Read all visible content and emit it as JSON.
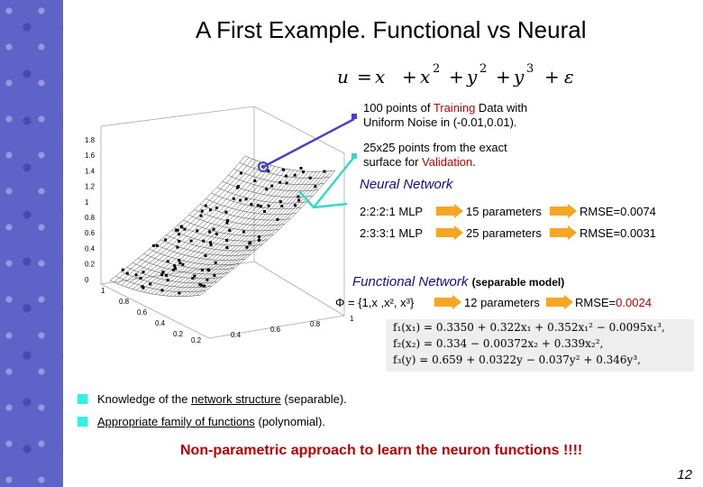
{
  "title": "A First Example. Functional vs Neural",
  "equation": {
    "lhs": "u",
    "eq": "=",
    "t1": "x",
    "t2": "x",
    "e2": "2",
    "t3": "y",
    "e3": "2",
    "t4": "y",
    "e4": "3",
    "t5": "ε",
    "plus": "+"
  },
  "plot": {
    "yticks": [
      "1.8",
      "1.6",
      "1.4",
      "1.2",
      "1",
      "0.8",
      "0.6",
      "0.4",
      "0.2",
      "0"
    ],
    "xticks": [
      "1",
      "0.8",
      "0.6",
      "0.4",
      "0.2"
    ],
    "zticks": [
      "0.2",
      "0.4",
      "0.6",
      "0.8",
      "1"
    ]
  },
  "callouts": {
    "training": {
      "a": "100 points of ",
      "b": "Training",
      "c": " Data with",
      "d": "Uniform Noise in (-0.01,0.01)."
    },
    "validation": {
      "a": "25x25 points from the exact",
      "b": "surface for ",
      "c": "Validation",
      "d": "."
    }
  },
  "neural": {
    "title": "Neural Network",
    "rows": [
      {
        "arch": "2:2:2:1 MLP",
        "params": "15 parameters",
        "rmse": "RMSE=0.0074"
      },
      {
        "arch": "2:3:3:1 MLP",
        "params": "25 parameters",
        "rmse": "RMSE=0.0031"
      }
    ]
  },
  "functional": {
    "title": "Functional Network",
    "note": "(separable model)",
    "phi": "Φ = {1,x ,x², x³}",
    "params": "12 parameters",
    "rmse_label": "RMSE=",
    "rmse_value": "0.0024",
    "formulas": [
      "f₁(x₁) = 0.3350 + 0.322x₁ + 0.352x₁² − 0.0095x₁³,",
      "f₂(x₂) = 0.334 − 0.00372x₂ + 0.339x₂²,",
      "f₃(y) = 0.659 + 0.0322y − 0.037y² + 0.346y³,"
    ]
  },
  "bullets": [
    {
      "a": "Knowledge of the ",
      "u": "network structure",
      "b": " (separable)."
    },
    {
      "a": "",
      "u": "Appropriate family of functions",
      "b": " (polynomial)."
    }
  ],
  "bottom": "Non-parametric approach to learn the neuron functions !!!!",
  "page": "12",
  "colors": {
    "spine": "#5f63c8",
    "red": "#c00000",
    "arrow": "#4a40c8",
    "cyan": "#34f0e4",
    "nntitle": "#101090"
  }
}
